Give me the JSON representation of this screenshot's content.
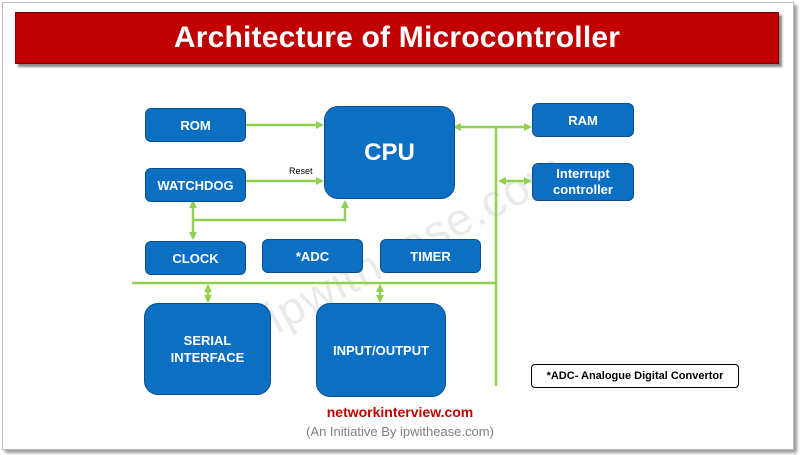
{
  "title": "Architecture of Microcontroller",
  "blocks": {
    "rom": "ROM",
    "cpu": "CPU",
    "ram": "RAM",
    "watchdog": "WATCHDOG",
    "interrupt": "Interrupt controller",
    "clock": "CLOCK",
    "adc": "*ADC",
    "timer": "TIMER",
    "serial": "SERIAL INTERFACE",
    "io": "INPUT/OUTPUT"
  },
  "labels": {
    "reset": "Reset"
  },
  "legend": "*ADC- Analogue Digital Convertor",
  "watermark": "ipwithease.com",
  "footer": {
    "site": "networkinterview.com",
    "tagline": "(An Initiative By ipwithease.com)"
  },
  "colors": {
    "banner": "#c00000",
    "block": "#0b6fc4",
    "wire": "#92d050"
  }
}
